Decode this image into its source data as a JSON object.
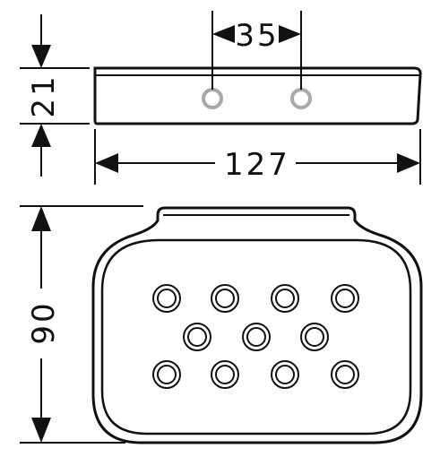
{
  "dimensions": {
    "hole_spacing": "35",
    "height": "21",
    "width": "127",
    "depth": "90"
  },
  "views": [
    "side-view",
    "top-view"
  ],
  "drain_holes": {
    "count": 11,
    "rows": [
      4,
      3,
      4
    ]
  },
  "colors": {
    "line": "#111111",
    "mounting_hole": "#a8a8a8",
    "background": "#ffffff"
  }
}
